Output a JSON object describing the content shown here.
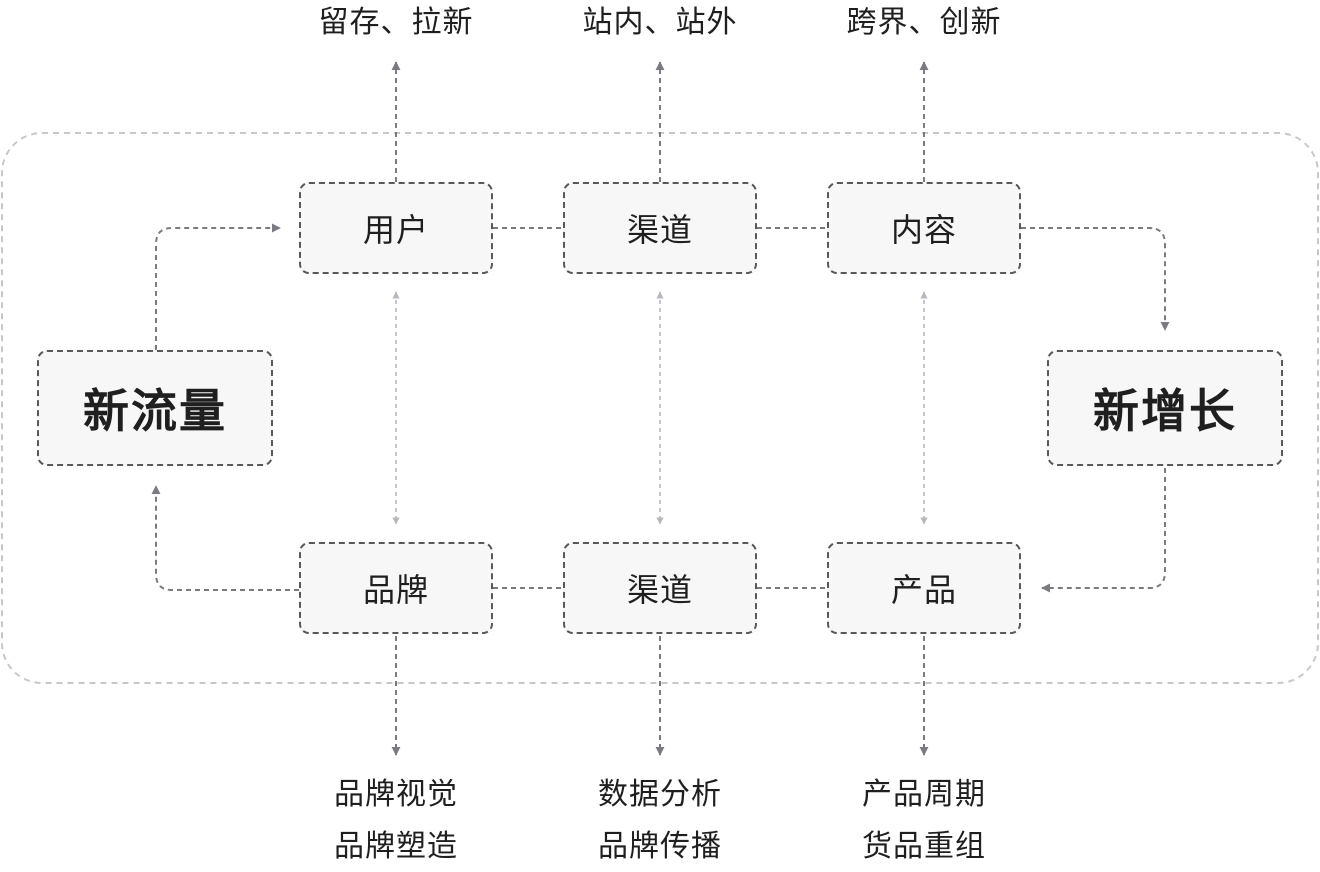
{
  "nodes": {
    "left": "新流量",
    "right": "新增长",
    "top": [
      "用户",
      "渠道",
      "内容"
    ],
    "bottom": [
      "品牌",
      "渠道",
      "产品"
    ]
  },
  "top_labels": [
    "留存、拉新",
    "站内、站外",
    "跨界、创新"
  ],
  "bottom_labels": [
    [
      "品牌视觉",
      "品牌塑造"
    ],
    [
      "数据分析",
      "品牌传播"
    ],
    [
      "产品周期",
      "货品重组"
    ]
  ],
  "colors": {
    "box_border": "#595959",
    "box_fill": "#f7f7f7",
    "arrow": "#7a7a82",
    "light_arrow": "#b8b8c0",
    "outer_border": "#c8c8c8",
    "text": "#1f1f1f"
  }
}
